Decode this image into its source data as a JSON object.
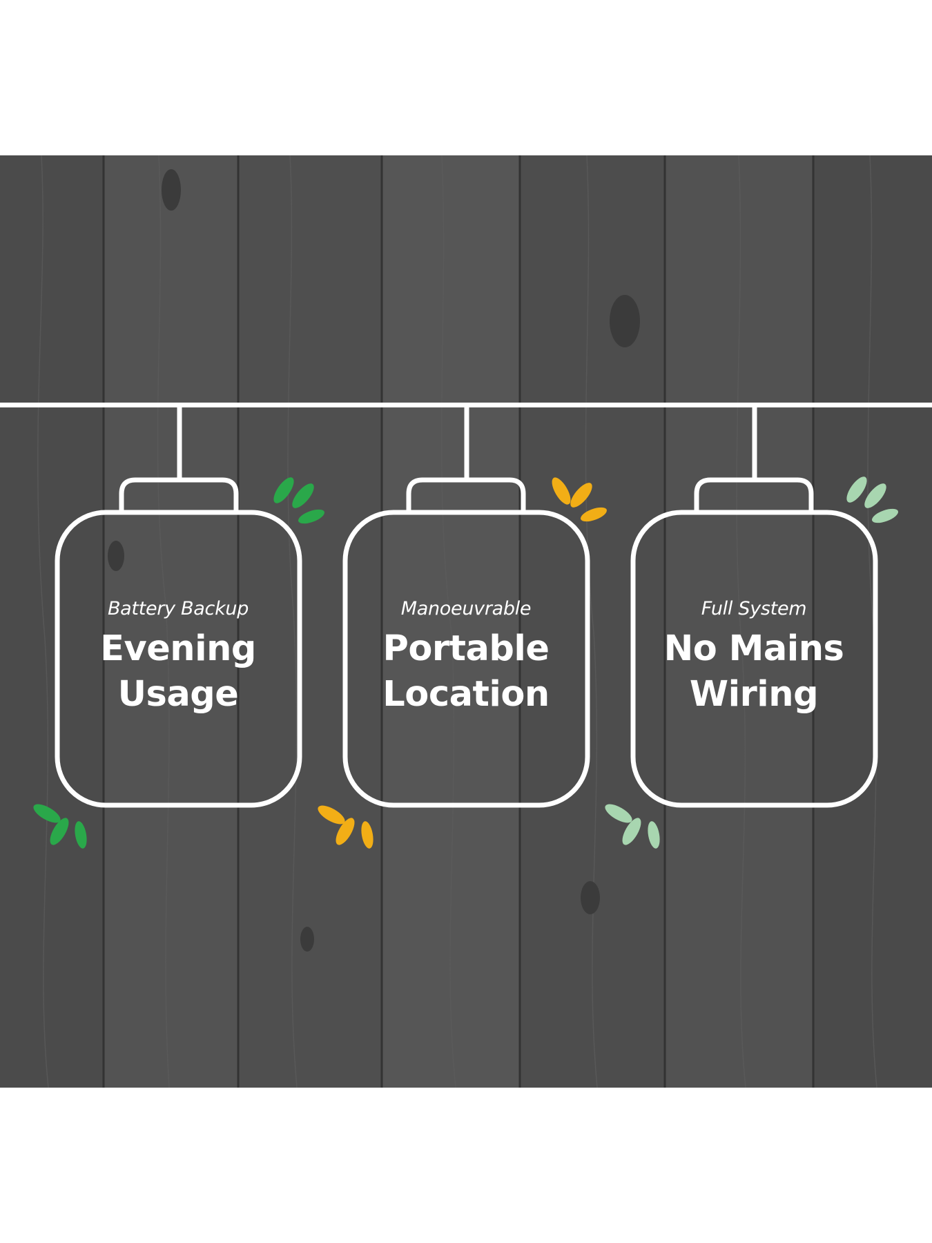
{
  "lanterns": [
    {
      "subtitle": "Battery Backup",
      "title_line1": "Evening",
      "title_line2": "Usage",
      "leaf_color": "#2aa84a"
    },
    {
      "subtitle": "Manoeuvrable",
      "title_line1": "Portable",
      "title_line2": "Location",
      "leaf_color": "#f2ae16"
    },
    {
      "subtitle": "Full System",
      "title_line1": "No Mains",
      "title_line2": "Wiring",
      "leaf_color": "#a8d6b0"
    }
  ],
  "colors": {
    "background": "#505050",
    "outline": "#ffffff"
  }
}
